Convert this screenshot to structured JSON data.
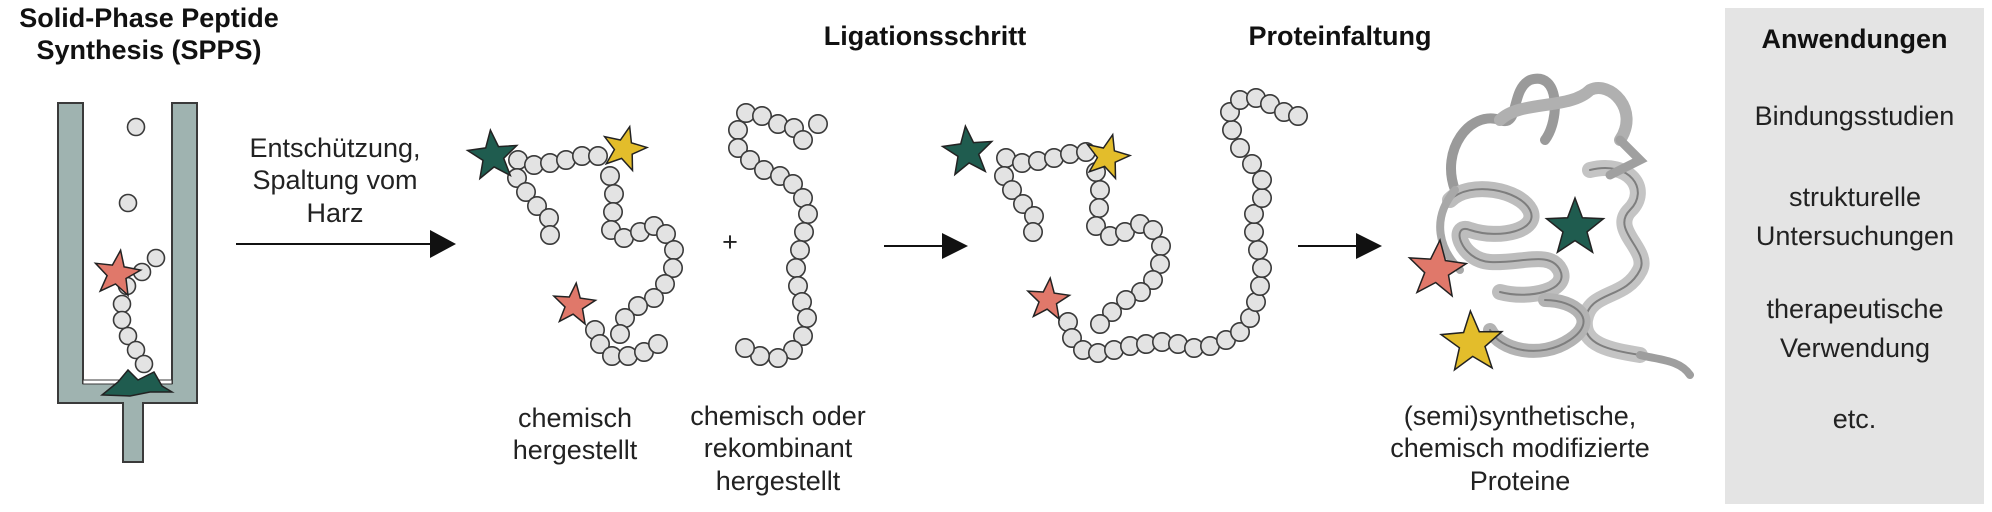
{
  "titles": {
    "spps": "Solid-Phase Peptide Synthesis (SPPS)",
    "ligation": "Ligationsschritt",
    "folding": "Proteinfaltung"
  },
  "arrow1_label": "Entschützung, Spaltung vom Harz",
  "plus_sign": "+",
  "captions": {
    "fragment1": "chemisch hergestellt",
    "fragment2": "chemisch oder rekombinant hergestellt",
    "protein": "(semi)synthetische, chemisch modifizierte Proteine"
  },
  "applications": {
    "title": "Anwendungen",
    "items": [
      "Bindungsstudien",
      "strukturelle Untersuchungen",
      "therapeutische Verwendung",
      "etc."
    ]
  },
  "colors": {
    "resin_vessel": "#9fb3b0",
    "bead": "#e3e3e3",
    "bead_stroke": "#3a3a3a",
    "star_dark": "#1f5c4f",
    "star_yellow": "#e3bd2b",
    "star_red": "#e0786a",
    "panel": "#e4e4e4",
    "protein": "#bdbdbd"
  }
}
